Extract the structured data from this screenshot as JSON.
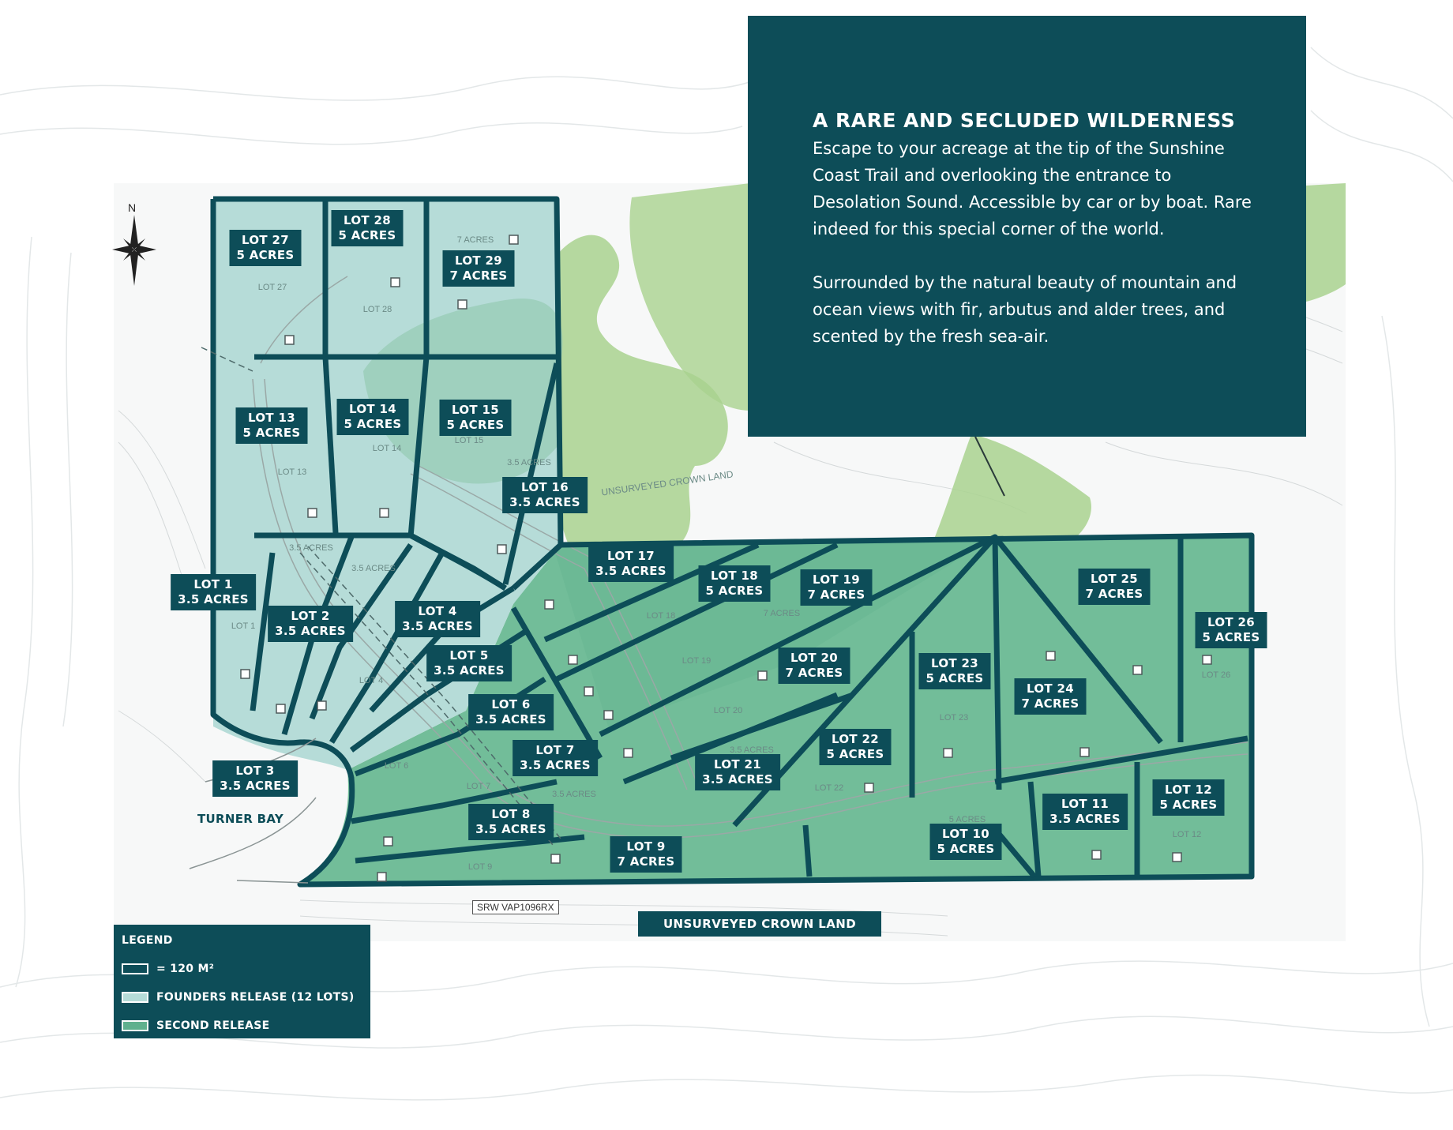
{
  "info": {
    "title": "A RARE AND SECLUDED WILDERNESS",
    "paragraph1": "Escape to your acreage at the tip of the Sunshine Coast Trail and overlooking the entrance to Desolation Sound. Accessible by car or by boat. Rare indeed for this special corner of the world.",
    "paragraph2": "Surrounded by the natural beauty of mountain and ocean views with fir, arbutus and alder trees, and scented by the fresh sea-air."
  },
  "lots": [
    {
      "name": "LOT 27",
      "acres": "5 ACRES"
    },
    {
      "name": "LOT 28",
      "acres": "5 ACRES"
    },
    {
      "name": "LOT 29",
      "acres": "7 ACRES"
    },
    {
      "name": "LOT 13",
      "acres": "5 ACRES"
    },
    {
      "name": "LOT 14",
      "acres": "5 ACRES"
    },
    {
      "name": "LOT 15",
      "acres": "5 ACRES"
    },
    {
      "name": "LOT 16",
      "acres": "3.5 ACRES"
    },
    {
      "name": "LOT 1",
      "acres": "3.5 ACRES"
    },
    {
      "name": "LOT 2",
      "acres": "3.5 ACRES"
    },
    {
      "name": "LOT 4",
      "acres": "3.5 ACRES"
    },
    {
      "name": "LOT 5",
      "acres": "3.5 ACRES"
    },
    {
      "name": "LOT 6",
      "acres": "3.5 ACRES"
    },
    {
      "name": "LOT 7",
      "acres": "3.5 ACRES"
    },
    {
      "name": "LOT 3",
      "acres": "3.5 ACRES"
    },
    {
      "name": "LOT 8",
      "acres": "3.5 ACRES"
    },
    {
      "name": "LOT 9",
      "acres": "7 ACRES"
    },
    {
      "name": "LOT 17",
      "acres": "3.5 ACRES"
    },
    {
      "name": "LOT 18",
      "acres": "5 ACRES"
    },
    {
      "name": "LOT 19",
      "acres": "7 ACRES"
    },
    {
      "name": "LOT 20",
      "acres": "7 ACRES"
    },
    {
      "name": "LOT 21",
      "acres": "3.5 ACRES"
    },
    {
      "name": "LOT 22",
      "acres": "5 ACRES"
    },
    {
      "name": "LOT 23",
      "acres": "5 ACRES"
    },
    {
      "name": "LOT 24",
      "acres": "7 ACRES"
    },
    {
      "name": "LOT 25",
      "acres": "7 ACRES"
    },
    {
      "name": "LOT 26",
      "acres": "5 ACRES"
    },
    {
      "name": "LOT 10",
      "acres": "5 ACRES"
    },
    {
      "name": "LOT 11",
      "acres": "3.5 ACRES"
    },
    {
      "name": "LOT 12",
      "acres": "5 ACRES"
    }
  ],
  "faint_labels": [
    "LOT 27",
    "LOT 28",
    "7 ACRES",
    "LOT 13",
    "LOT 14",
    "LOT 15",
    "3.5 ACRES",
    "3.5 ACRES",
    "3.5 ACRES",
    "LOT 1",
    "LOT 4",
    "LOT 6",
    "LOT 7",
    "3.5 ACRES",
    "LOT 9",
    "LOT 18",
    "LOT 19",
    "7 ACRES",
    "LOT 20",
    "3.5 ACRES",
    "LOT 22",
    "LOT 23",
    "LOT 26",
    "5 ACRES",
    "LOT 12",
    "UNSURVEYED CROWN LAND"
  ],
  "place_labels": {
    "bay": "TURNER BAY",
    "crown": "UNSURVEYED CROWN LAND",
    "srw": "SRW VAP1096RX",
    "north": "N"
  },
  "legend": {
    "title": "LEGEND",
    "items": [
      {
        "label": "= 120 M²",
        "swatch": "#0d4d58"
      },
      {
        "label": "FOUNDERS RELEASE (12 LOTS)",
        "swatch": "#b6dcd8"
      },
      {
        "label": "SECOND RELEASE",
        "swatch": "#5fb08e"
      }
    ]
  },
  "colors": {
    "dark_teal": "#0d4d58",
    "founders": "#b6dcd8",
    "second": "#6cb995",
    "crown_green": "#8cc47a"
  }
}
